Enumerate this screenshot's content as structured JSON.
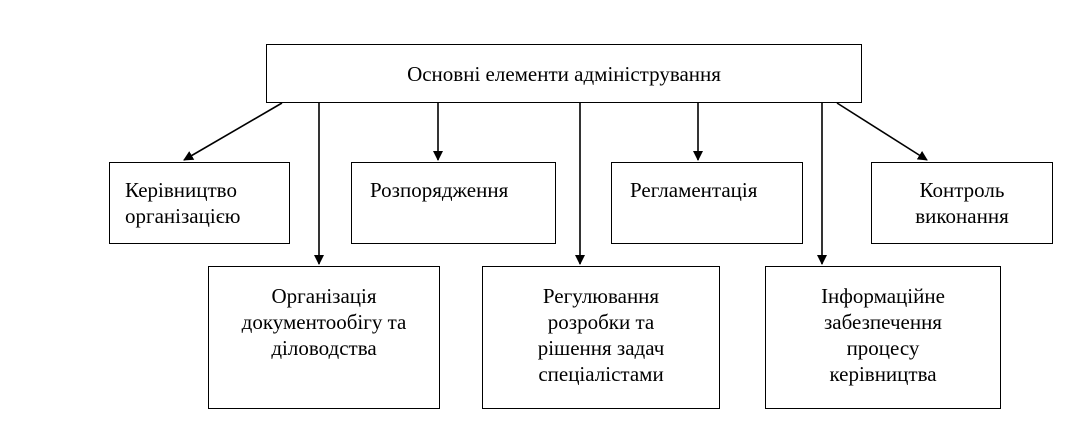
{
  "root": {
    "label": "Основні елементи адміністрування"
  },
  "elements": {
    "management": {
      "lines": [
        "Керівництво",
        "організацією"
      ]
    },
    "orders": {
      "lines": [
        "Розпорядження"
      ]
    },
    "regulation": {
      "lines": [
        "Регламентація"
      ]
    },
    "control": {
      "lines": [
        "Контроль",
        "виконання"
      ]
    },
    "docflow": {
      "lines": [
        "Організація",
        "документообігу та",
        "діловодства"
      ]
    },
    "tasks": {
      "lines": [
        "Регулювання",
        "розробки та",
        "рішення задач",
        "спеціалістами"
      ]
    },
    "info": {
      "lines": [
        "Інформаційне",
        "забезпечення",
        "процесу",
        "керівництва"
      ]
    }
  }
}
